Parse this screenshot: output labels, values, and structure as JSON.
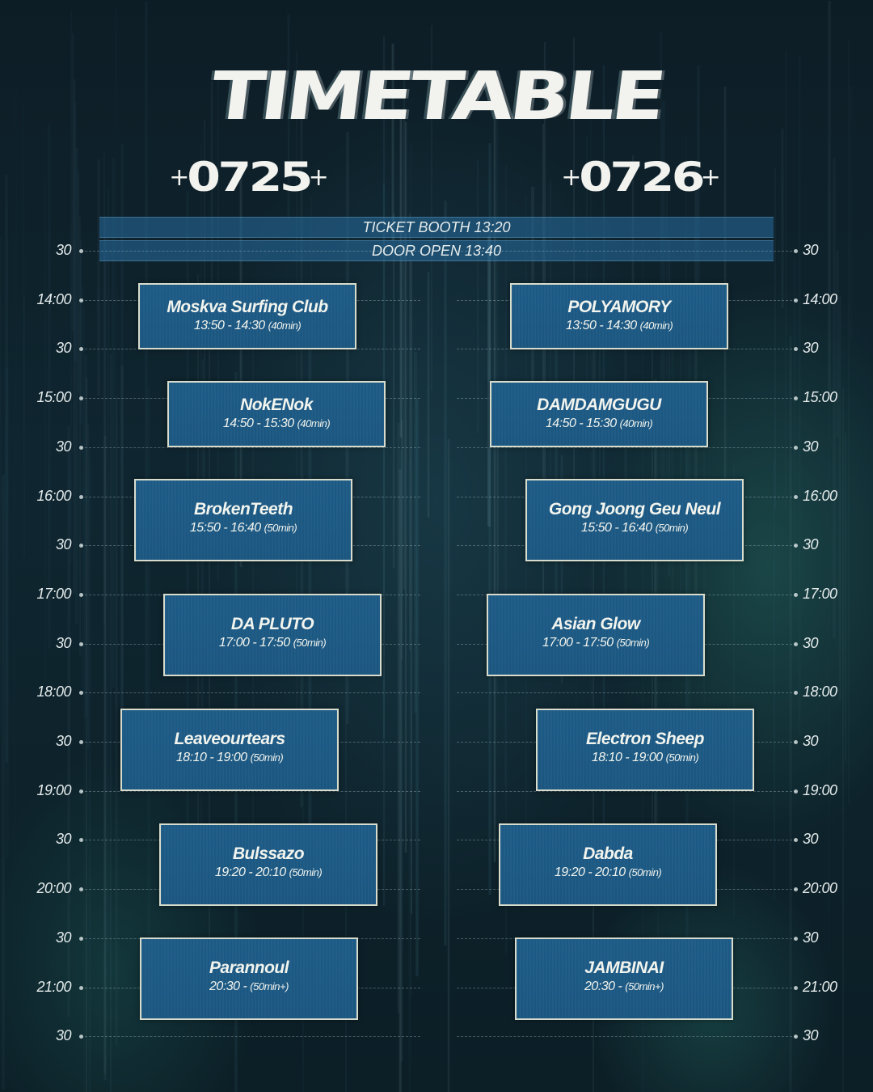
{
  "title": "TIMETABLE",
  "days": [
    {
      "plus_left": "+",
      "date": "0725",
      "plus_right": "+"
    },
    {
      "plus_left": "+",
      "date": "0726",
      "plus_right": "+"
    }
  ],
  "banners": {
    "ticket_booth": "TICKET BOOTH 13:20",
    "door_open": "DOOR OPEN 13:40"
  },
  "time_labels": [
    "30",
    "14:00",
    "30",
    "15:00",
    "30",
    "16:00",
    "30",
    "17:00",
    "30",
    "18:00",
    "30",
    "19:00",
    "30",
    "20:00",
    "30",
    "21:00",
    "30"
  ],
  "day1": [
    {
      "artist": "Moskva Surfing Club",
      "time": "13:50 - 14:30",
      "duration": "(40min)"
    },
    {
      "artist": "NokENok",
      "time": "14:50 - 15:30",
      "duration": "(40min)"
    },
    {
      "artist": "BrokenTeeth",
      "time": "15:50 - 16:40",
      "duration": "(50min)"
    },
    {
      "artist": "DA PLUTO",
      "time": "17:00 - 17:50",
      "duration": "(50min)"
    },
    {
      "artist": "Leaveourtears",
      "time": "18:10 - 19:00",
      "duration": "(50min)"
    },
    {
      "artist": "Bulssazo",
      "time": "19:20 - 20:10",
      "duration": "(50min)"
    },
    {
      "artist": "Parannoul",
      "time": "20:30 -",
      "duration": "(50min+)"
    }
  ],
  "day2": [
    {
      "artist": "POLYAMORY",
      "time": "13:50 - 14:30",
      "duration": "(40min)"
    },
    {
      "artist": "DAMDAMGUGU",
      "time": "14:50 - 15:30",
      "duration": "(40min)"
    },
    {
      "artist": "Gong Joong Geu Neul",
      "time": "15:50 - 16:40",
      "duration": "(50min)"
    },
    {
      "artist": "Asian Glow",
      "time": "17:00 - 17:50",
      "duration": "(50min)"
    },
    {
      "artist": "Electron Sheep",
      "time": "18:10 - 19:00",
      "duration": "(50min)"
    },
    {
      "artist": "Dabda",
      "time": "19:20 - 20:10",
      "duration": "(50min)"
    },
    {
      "artist": "JAMBINAI",
      "time": "20:30 -",
      "duration": "(50min+)"
    }
  ],
  "colors": {
    "background": "#0f2630",
    "slot_fill": "#1c5a85",
    "slot_border": "#d8dccd",
    "text": "#f2f2ee"
  }
}
